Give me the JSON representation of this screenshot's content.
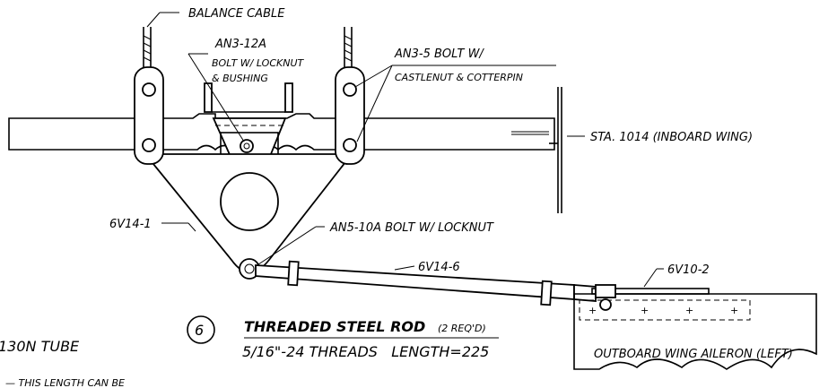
{
  "callouts": {
    "balance_cable": "BALANCE CABLE",
    "an3_12a_line1": "AN3-12A",
    "an3_12a_line2": "BOLT W/ LOCKNUT",
    "an3_12a_line3": "& BUSHING",
    "an3_5_line1": "AN3-5 BOLT W/",
    "an3_5_line2": "CASTLENUT & COTTERPIN",
    "sta_1014": "STA. 1014 (INBOARD WING)",
    "an5_10a": "AN5-10A BOLT W/ LOCKNUT",
    "part_6v14_1": "6V14-1",
    "part_6v14_6": "6V14-6",
    "part_6v10_2": "6V10-2"
  },
  "detail": {
    "number": "6",
    "title": "THREADED STEEL ROD",
    "qty": "(2 REQ'D)",
    "spec": "5/16\"-24 THREADS   LENGTH=225"
  },
  "aileron": {
    "label": "OUTBOARD WING AILERON (LEFT)",
    "rivet_marks": [
      "+",
      "+",
      "+",
      "+"
    ]
  },
  "fragments": {
    "tube": "130N TUBE",
    "length_note": "— THIS LENGTH CAN BE"
  }
}
